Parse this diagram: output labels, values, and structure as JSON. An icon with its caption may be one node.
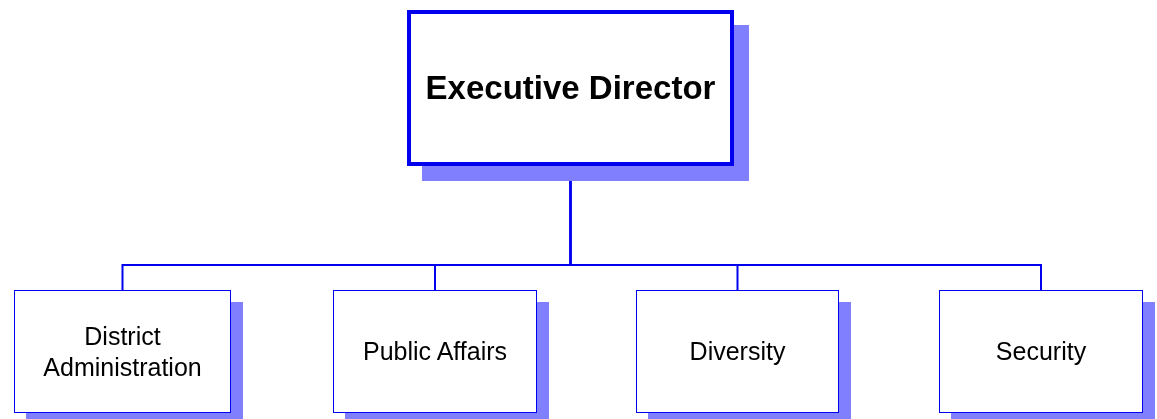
{
  "diagram": {
    "nodes": [
      {
        "text": [
          "Executive Director"
        ]
      },
      {
        "text": [
          "District Administration"
        ]
      },
      {
        "text": [
          "Public Affairs"
        ]
      },
      {
        "text": [
          "Diversity"
        ]
      },
      {
        "text": [
          "Security"
        ]
      }
    ],
    "edges": [
      {
        "from": 0,
        "to": 1,
        "arrow": "none"
      },
      {
        "from": 0,
        "to": 2,
        "arrow": "none"
      },
      {
        "from": 0,
        "to": 3,
        "arrow": "none"
      },
      {
        "from": 0,
        "to": 4,
        "arrow": "none"
      }
    ]
  }
}
